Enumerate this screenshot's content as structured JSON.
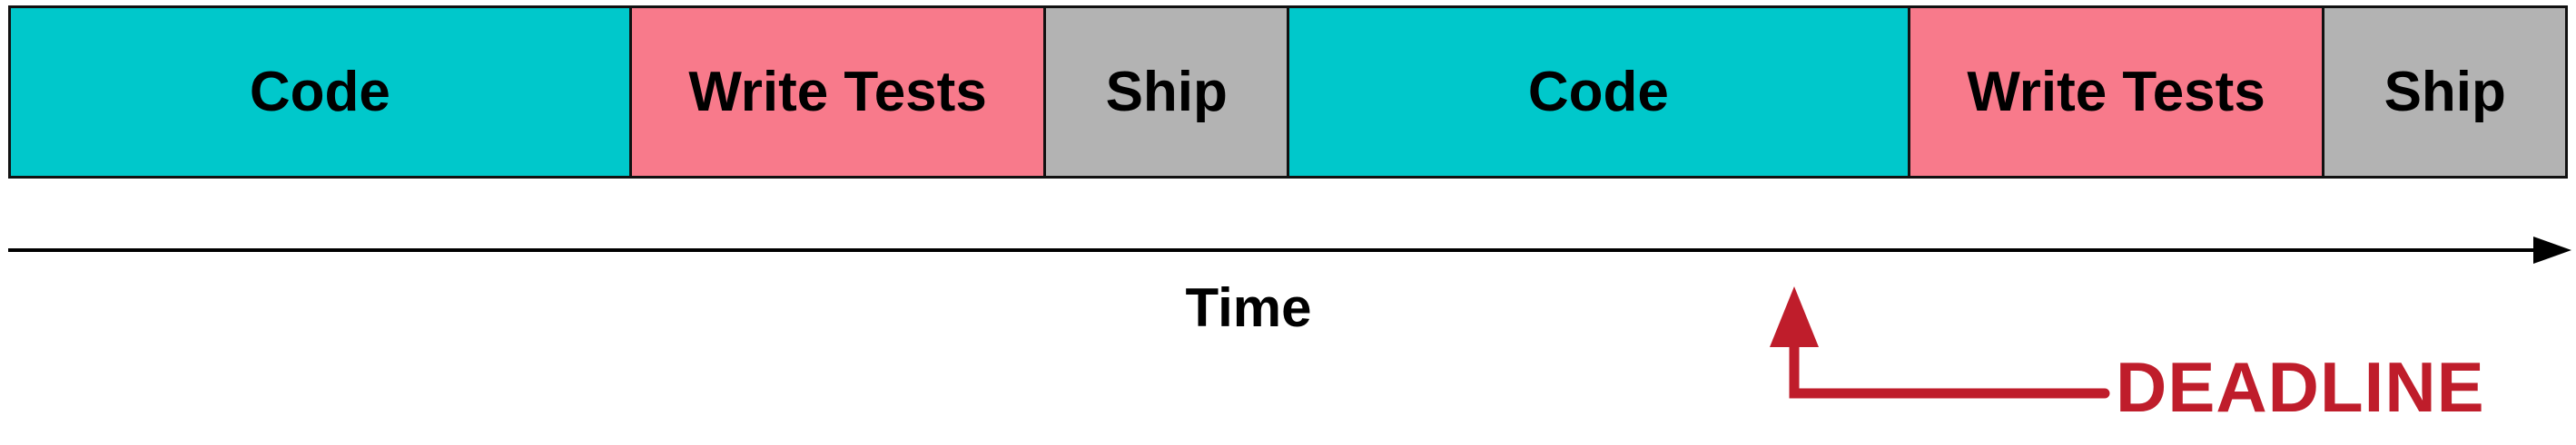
{
  "segments": [
    {
      "label": "Code",
      "color": "#00c8cb",
      "weight": 687
    },
    {
      "label": "Write Tests",
      "color": "#f87a8b",
      "weight": 458
    },
    {
      "label": "Ship",
      "color": "#b3b3b3",
      "weight": 267
    },
    {
      "label": "Code",
      "color": "#00c8cb",
      "weight": 687
    },
    {
      "label": "Write Tests",
      "color": "#f87a8b",
      "weight": 458
    },
    {
      "label": "Ship",
      "color": "#b3b3b3",
      "weight": 267
    }
  ],
  "axis": {
    "label": "Time"
  },
  "deadline": {
    "label": "DEADLINE",
    "color": "#bf1d2b"
  }
}
